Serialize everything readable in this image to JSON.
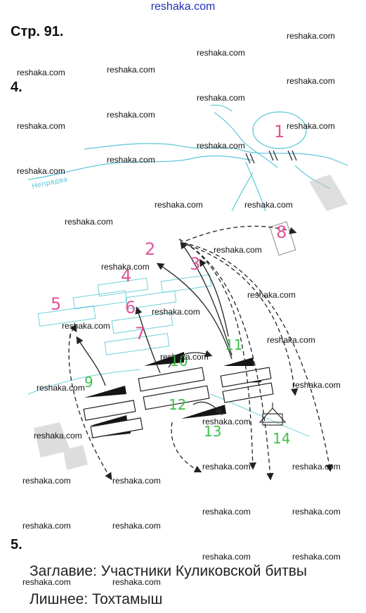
{
  "site_title": "reshaka.com",
  "page_label": "Стр. 91.",
  "task4_label": "4.",
  "task5_label": "5.",
  "map": {
    "river_label": "Непрядва",
    "zone_numbers": [
      "1",
      "2",
      "3",
      "4",
      "5",
      "6",
      "7",
      "8",
      "9",
      "10",
      "11",
      "12",
      "13",
      "14"
    ]
  },
  "answer": {
    "title_line": "Заглавие: Участники Куликовской битвы",
    "extra_line": "Лишнее: Тохтамыш"
  },
  "watermarks": [
    "reshaka.com",
    "reshaka.com",
    "reshaka.com",
    "reshaka.com",
    "reshaka.com",
    "reshaka.com",
    "reshaka.com",
    "reshaka.com",
    "reshaka.com",
    "reshaka.com",
    "reshaka.com",
    "reshaka.com",
    "reshaka.com",
    "reshaka.com",
    "reshaka.com",
    "reshaka.com",
    "reshaka.com",
    "reshaka.com",
    "reshaka.com",
    "reshaka.com",
    "reshaka.com",
    "reshaka.com",
    "reshaka.com",
    "reshaka.com",
    "reshaka.com",
    "reshaka.com",
    "reshaka.com",
    "reshaka.com",
    "reshaka.com",
    "reshaka.com",
    "reshaka.com",
    "reshaka.com",
    "reshaka.com",
    "reshaka.com",
    "reshaka.com",
    "reshaka.com",
    "reshaka.com",
    "reshaka.com"
  ]
}
